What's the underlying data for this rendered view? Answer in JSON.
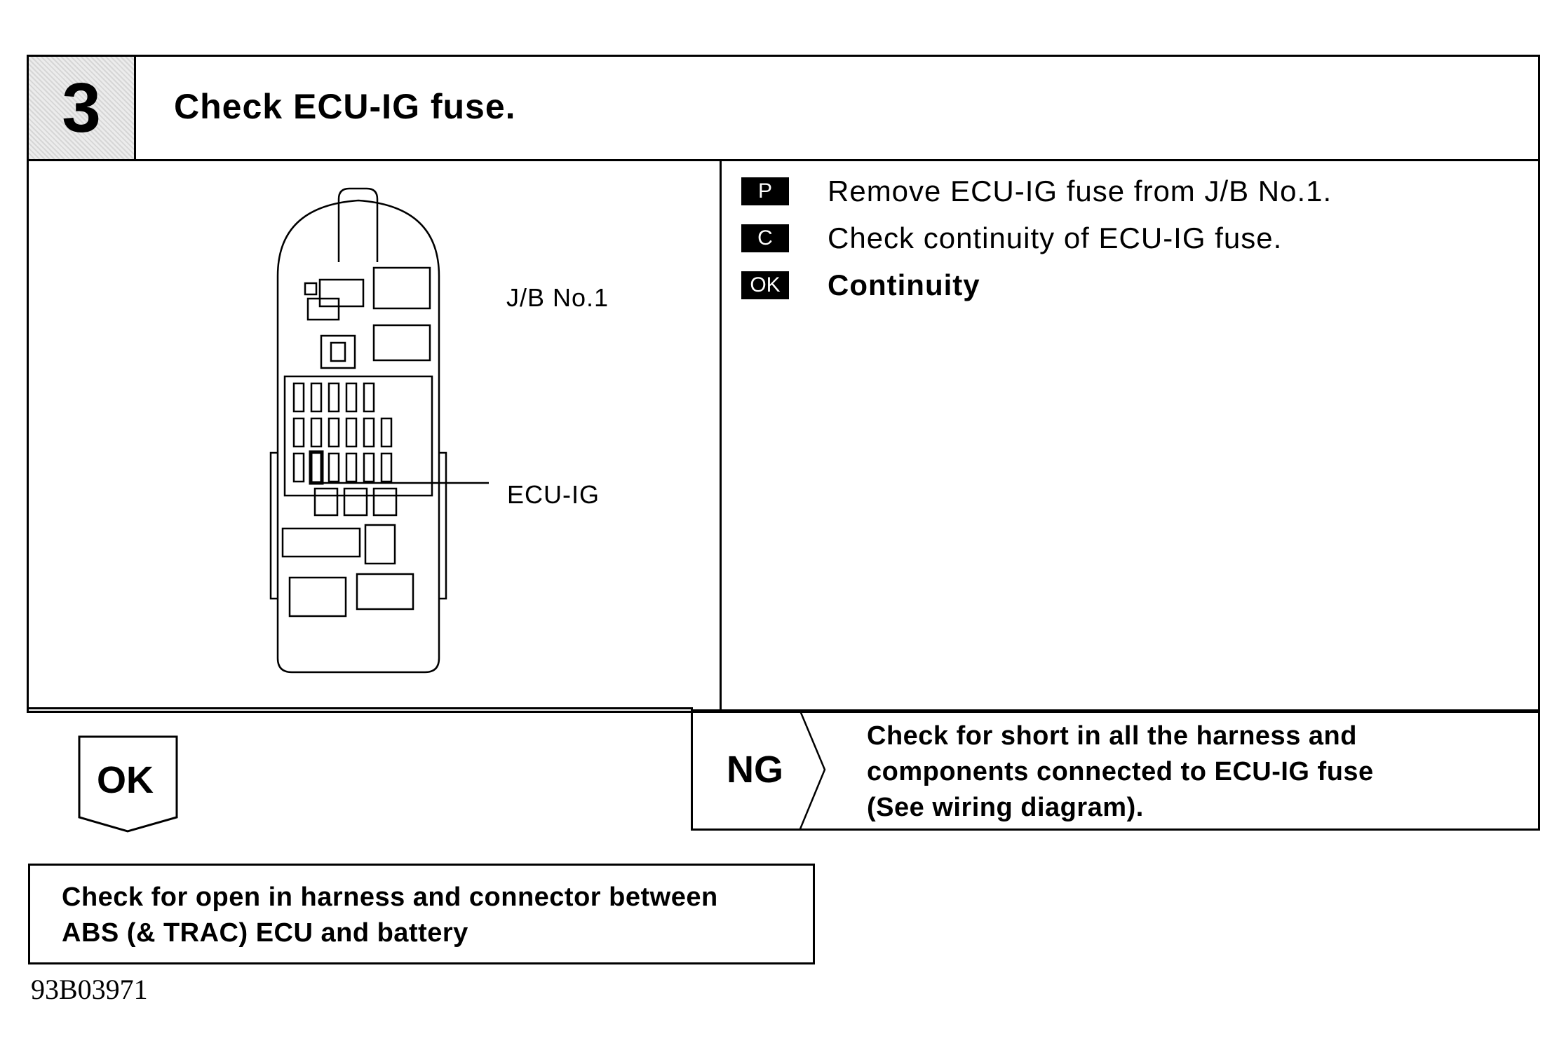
{
  "header": {
    "step_number": "3",
    "title": "Check ECU-IG fuse."
  },
  "diagram": {
    "jb_label": "J/B No.1",
    "fuse_label": "ECU-IG"
  },
  "steps": [
    {
      "badge": "P",
      "text": "Remove ECU-IG fuse from J/B No.1."
    },
    {
      "badge": "C",
      "text": "Check continuity of ECU-IG fuse."
    },
    {
      "badge": "OK",
      "text": "Continuity"
    }
  ],
  "ng": {
    "label": "NG",
    "lines": [
      "Check for short in all the harness and",
      "components connected to ECU-IG fuse",
      "(See wiring diagram)."
    ]
  },
  "ok": {
    "label": "OK"
  },
  "result": {
    "lines": [
      "Check for open in harness and connector between",
      "ABS (& TRAC) ECU and battery"
    ]
  },
  "figure_code": "93B03971"
}
